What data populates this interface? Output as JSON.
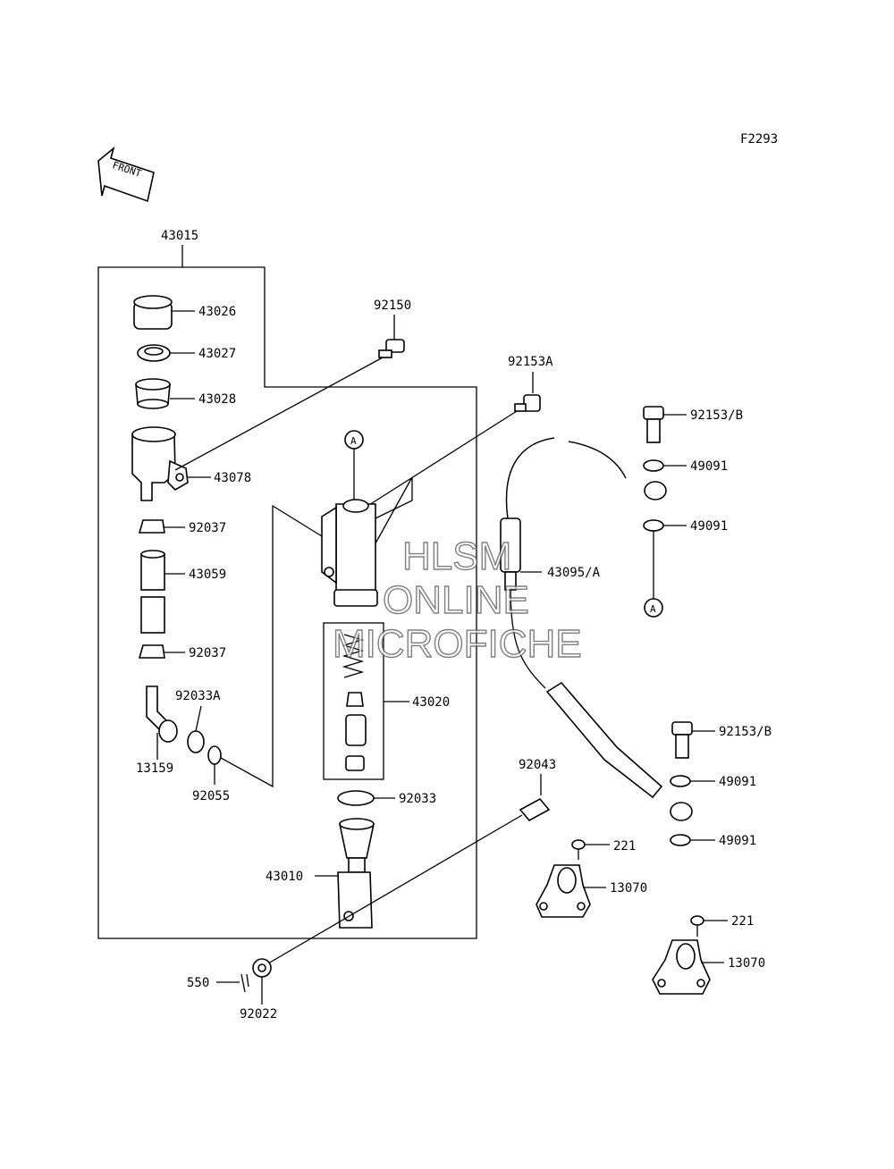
{
  "figure_code": "F2293",
  "front_label": "FRONT",
  "callout_letter": "A",
  "watermark": {
    "line1": "HLSM",
    "line2": "ONLINE",
    "line3": "MICROFICHE"
  },
  "parts": {
    "assembly": "43015",
    "cap": "43026",
    "plate": "43027",
    "diaphragm": "43028",
    "reservoir": "43078",
    "clamp_upper": "92037",
    "hose": "43059",
    "clamp_lower": "92037",
    "snap_ring_a": "92033A",
    "fitting": "13159",
    "oring": "92055",
    "bolt_top": "92150",
    "bolt_hose": "92153A",
    "piston_kit": "43020",
    "snap_ring": "92033",
    "push_rod": "43010",
    "pin": "92043",
    "cotter": "550",
    "washer": "92022",
    "banjo_bolt_1": "92153/B",
    "gasket_1": "49091",
    "gasket_2": "49091",
    "brake_hose": "43095/A",
    "banjo_bolt_2": "92153/B",
    "gasket_3": "49091",
    "gasket_4": "49091",
    "screw_1": "221",
    "guide_1": "13070",
    "screw_2": "221",
    "guide_2": "13070"
  }
}
